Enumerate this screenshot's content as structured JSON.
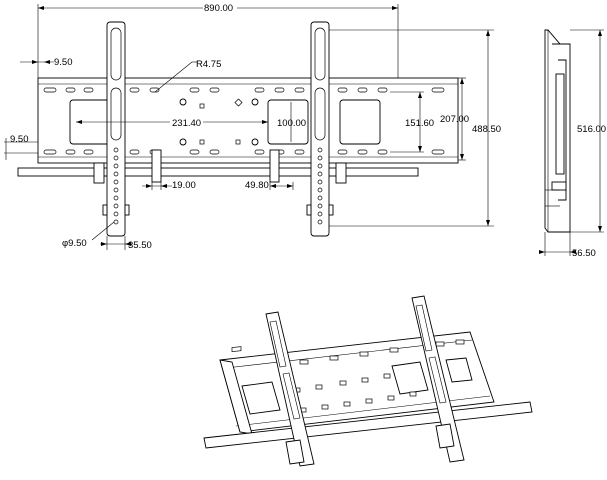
{
  "dimensions": {
    "overall_width": "890.00",
    "left_offset_top": "9.50",
    "radius": "R4.75",
    "hole_spacing_h": "231.40",
    "hole_spacing_v_inner": "100.00",
    "hole_spacing_v_outer": "151.60",
    "plate_height": "207.00",
    "arm_height": "488.50",
    "left_offset_bottom": "9.50",
    "slot_width": "19.00",
    "slot_offset": "49.80",
    "hole_diameter": "φ9.50",
    "arm_width": "35.50",
    "side_height": "516.00",
    "side_depth": "56.50"
  }
}
